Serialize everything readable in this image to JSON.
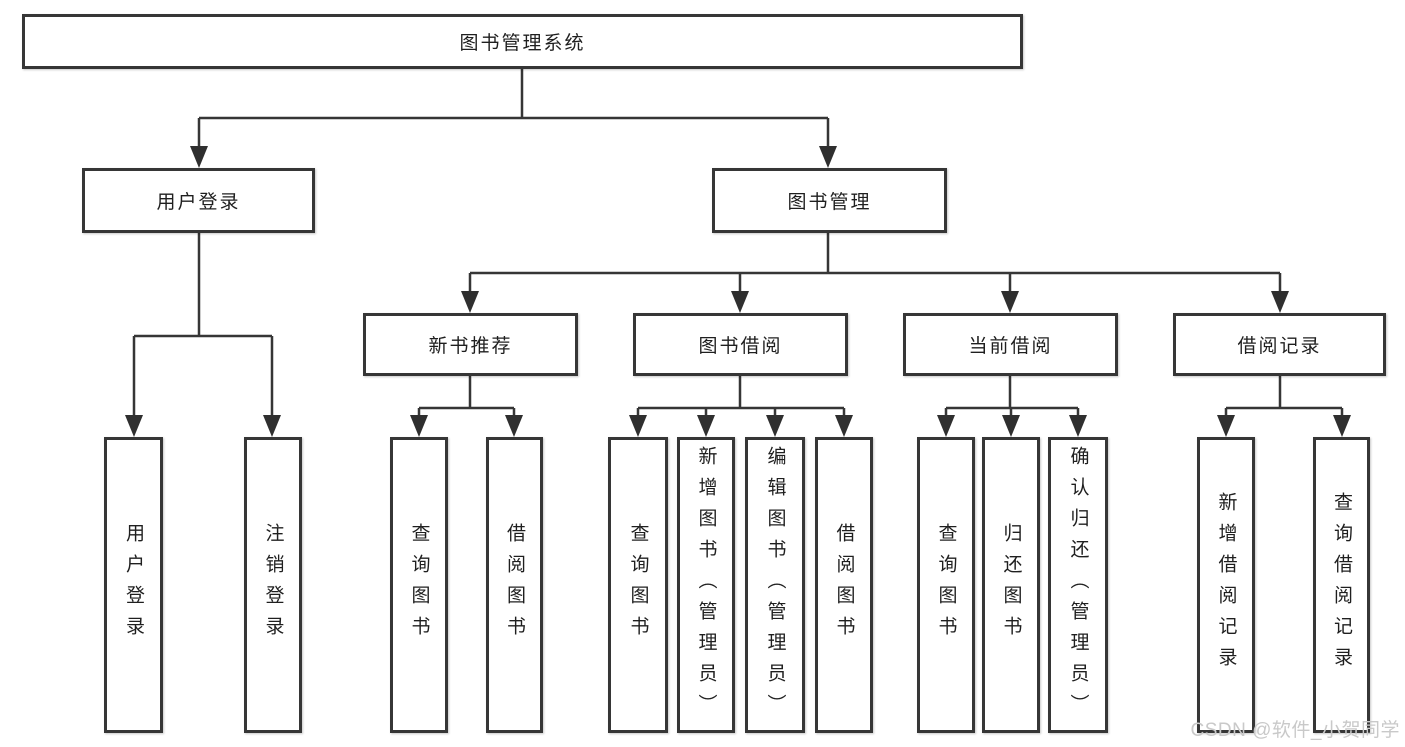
{
  "root": {
    "label": "图书管理系统"
  },
  "branches": [
    {
      "label": "用户登录",
      "leaves": [
        "用户登录",
        "注销登录"
      ]
    },
    {
      "label": "图书管理",
      "groups": [
        {
          "label": "新书推荐",
          "leaves": [
            "查询图书",
            "借阅图书"
          ]
        },
        {
          "label": "图书借阅",
          "leaves": [
            "查询图书",
            "新增图书（管理员）",
            "编辑图书（管理员）",
            "借阅图书"
          ]
        },
        {
          "label": "当前借阅",
          "leaves": [
            "查询图书",
            "归还图书",
            "确认归还（管理员）"
          ]
        },
        {
          "label": "借阅记录",
          "leaves": [
            "新增借阅记录",
            "查询借阅记录"
          ]
        }
      ]
    }
  ],
  "watermark": "CSDN @软件_小贺同学",
  "colors": {
    "line": "#363636",
    "text": "#1f1f1f",
    "watermark": "#c9c9c9",
    "background": "#ffffff"
  }
}
